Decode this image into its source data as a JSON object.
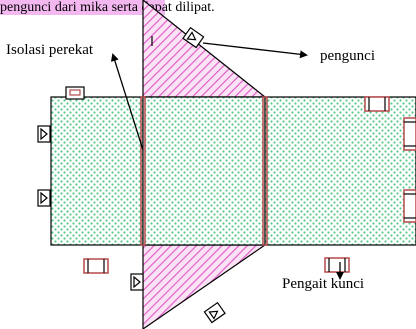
{
  "top_text": "pengunci dari mika serta dapat dilipat.",
  "labels": {
    "isolasi_perekat": "Isolasi perekat",
    "pengunci": "pengunci",
    "pengait_kunci": "Pengait kunci"
  },
  "colors": {
    "highlight": "#f4b8f0",
    "triangle_hatch": "#e05fc8",
    "triangle_bg": "#fbe3f6",
    "dots": "#58c98a",
    "tape": "#b5484a",
    "outline": "#000000"
  }
}
